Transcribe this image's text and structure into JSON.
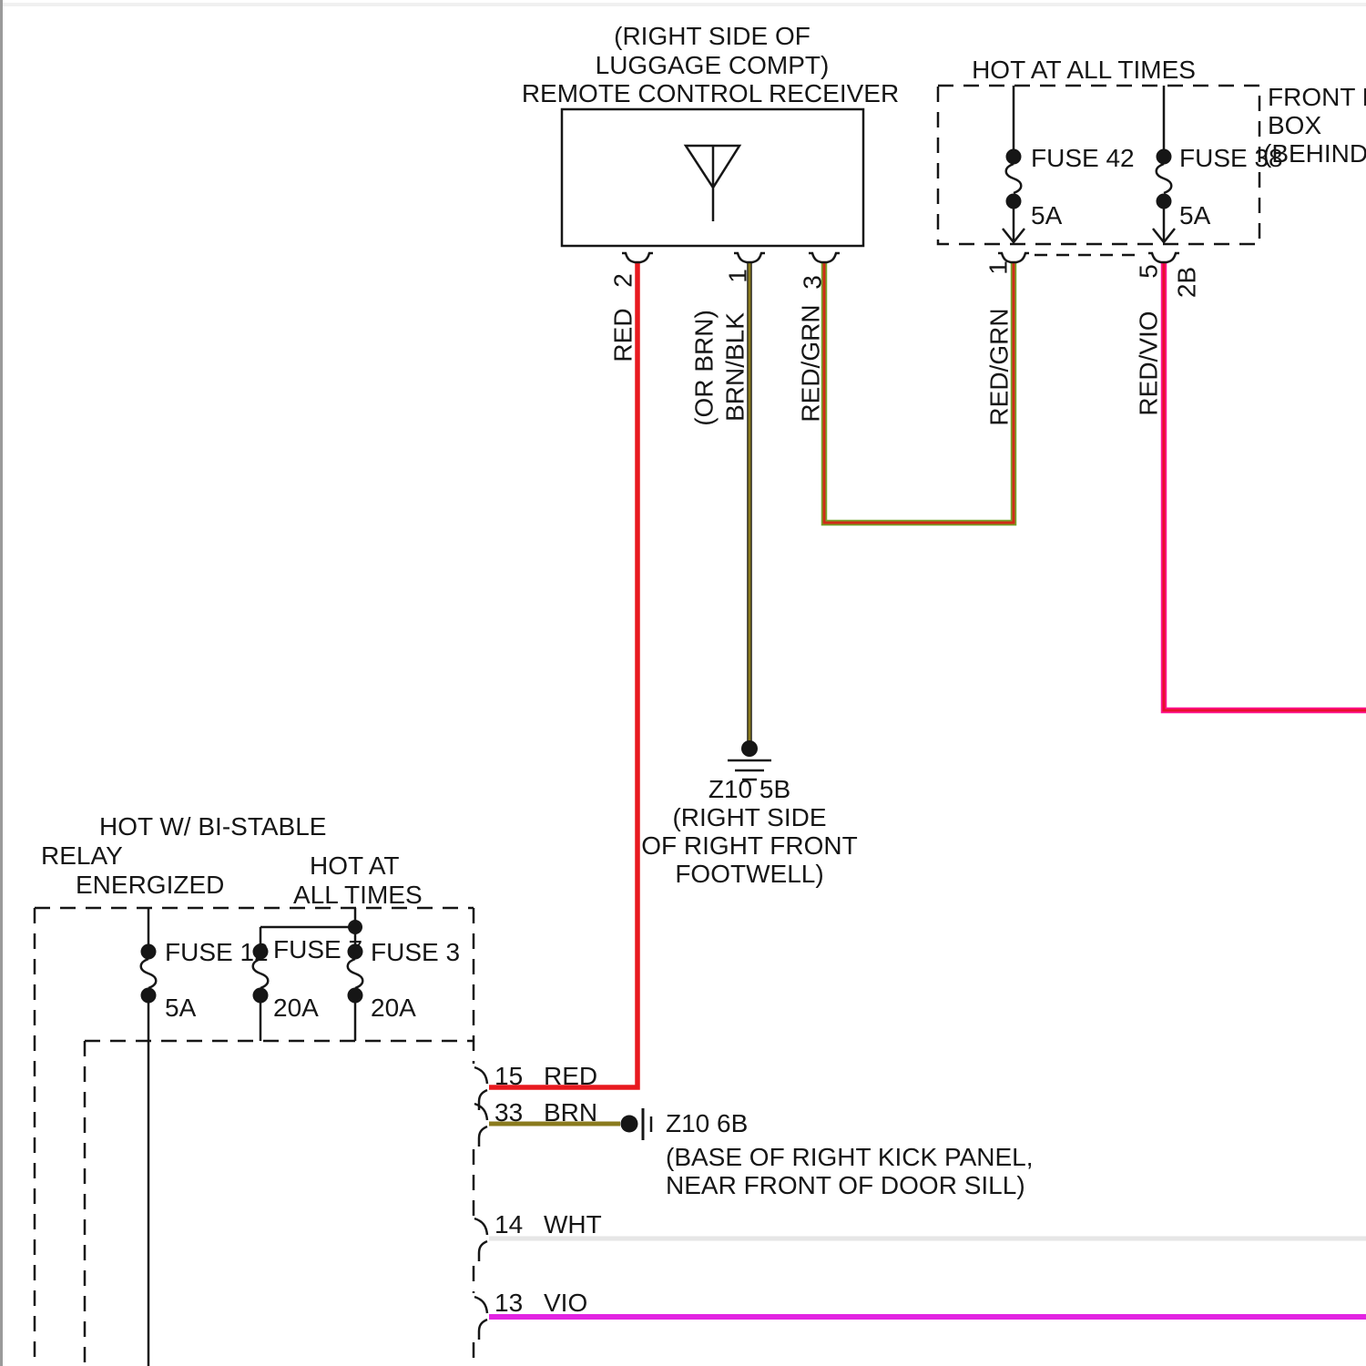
{
  "receiver": {
    "location": [
      "(RIGHT SIDE OF",
      "LUGGAGE COMPT)"
    ],
    "title": "REMOTE CONTROL RECEIVER",
    "pins": {
      "p2": "2",
      "p1": "1",
      "p3": "3"
    },
    "wires": {
      "red": "RED",
      "red_alt": "(OR BRN)",
      "brn_blk": "BRN/BLK",
      "red_grn": "RED/GRN"
    }
  },
  "power_box": {
    "header": "HOT AT ALL TIMES",
    "fuses": [
      {
        "name": "FUSE 42",
        "rating": "5A"
      },
      {
        "name": "FUSE 38",
        "rating": "5A"
      }
    ],
    "side_note": [
      "FRONT P",
      "BOX",
      "(BEHIND"
    ],
    "pins": {
      "p1": "1",
      "p5": "5"
    },
    "connector_id": "2B",
    "wires": {
      "red_grn": "RED/GRN",
      "red_vio": "RED/VIO"
    }
  },
  "relay_box": {
    "header_left": [
      "HOT W/ BI-STABLE",
      "RELAY",
      "ENERGIZED"
    ],
    "header_right": [
      "HOT AT",
      "ALL TIMES"
    ],
    "fuses": [
      {
        "name": "FUSE 12",
        "rating": "5A"
      },
      {
        "name": "FUSE 7",
        "rating": "20A"
      },
      {
        "name": "FUSE 3",
        "rating": "20A"
      }
    ]
  },
  "grounds": {
    "z10_5b": {
      "id": "Z10 5B",
      "location": [
        "(RIGHT SIDE",
        "OF RIGHT FRONT",
        "FOOTWELL)"
      ]
    },
    "z10_6b": {
      "id": "Z10 6B",
      "location": [
        "(BASE OF RIGHT KICK PANEL,",
        "NEAR FRONT OF DOOR SILL)"
      ]
    }
  },
  "connector": {
    "pins": [
      {
        "num": "15",
        "color": "RED"
      },
      {
        "num": "33",
        "color": "BRN"
      },
      {
        "num": "14",
        "color": "WHT"
      },
      {
        "num": "13",
        "color": "VIO"
      }
    ]
  },
  "colors": {
    "red": "#e8191f",
    "red_grn_core": "#cf2c17",
    "red_grn_stripe": "#76a32a",
    "brn": "#8a7a1d",
    "blk_edge": "#1a1a1a",
    "red_vio_core": "#e8102e",
    "red_vio_stripe": "#ff1493",
    "wht": "#e6e6e6",
    "vio": "#e224e2"
  }
}
